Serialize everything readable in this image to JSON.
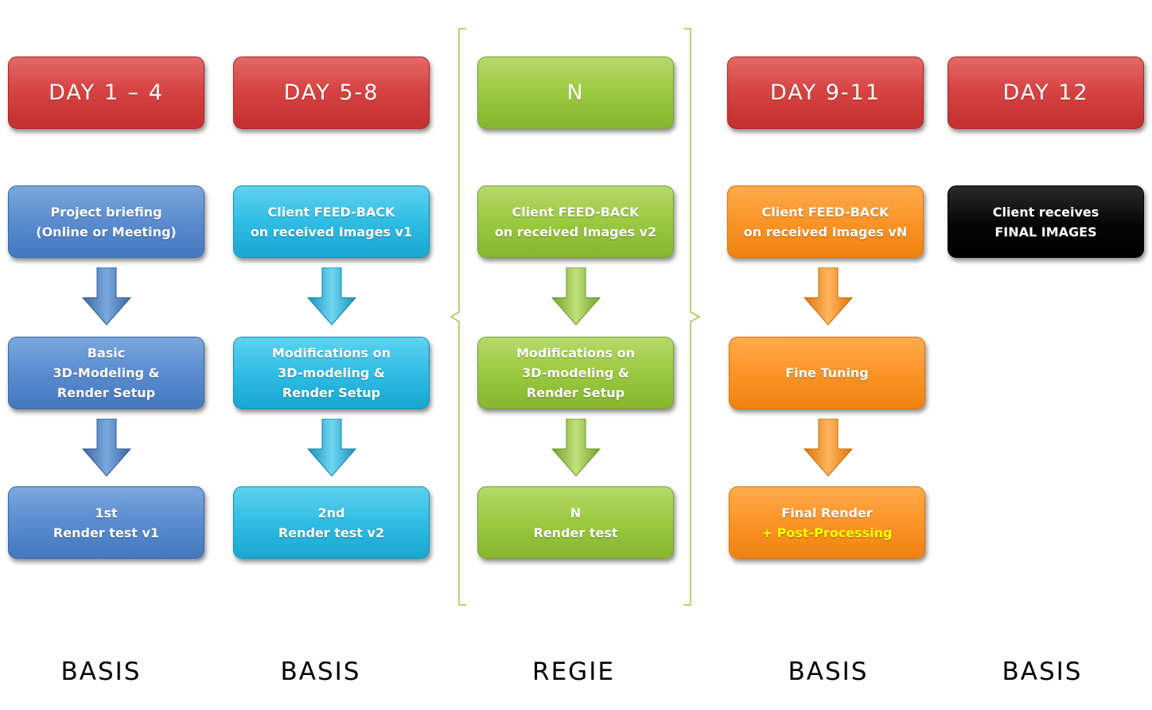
{
  "headers": {
    "col1": "DAY 1 – 4",
    "col2": "DAY 5-8",
    "col3": "N",
    "col4": "DAY 9-11",
    "col5": "DAY 12"
  },
  "steps": {
    "col1": [
      [
        "Project briefing",
        "(Online or Meeting)"
      ],
      [
        "Basic",
        "3D-Modeling &",
        "Render Setup"
      ],
      [
        "1st",
        "Render test v1"
      ]
    ],
    "col2": [
      [
        "Client FEED-BACK",
        "on received Images v1"
      ],
      [
        "Modifications on",
        "3D-modeling &",
        "Render Setup"
      ],
      [
        "2nd",
        "Render test v2"
      ]
    ],
    "col3": [
      [
        "Client FEED-BACK",
        "on received Images v2"
      ],
      [
        "Modifications on",
        "3D-modeling &",
        "Render Setup"
      ],
      [
        "N",
        "Render test"
      ]
    ],
    "col4": [
      [
        "Client FEED-BACK",
        "on received Images vN"
      ],
      [
        "Fine Tuning"
      ],
      [
        "Final Render",
        "+ Post-Processing"
      ]
    ],
    "col5": [
      [
        "Client receives",
        "FINAL IMAGES"
      ]
    ]
  },
  "footers": {
    "col1": "BASIS",
    "col2": "BASIS",
    "col3": "REGIE",
    "col4": "BASIS",
    "col5": "BASIS"
  },
  "colors": {
    "red": "#d64443",
    "green": "#9bc93f",
    "blue": "#5a8ccf",
    "cyan": "#2fbde4",
    "orange": "#fb9427",
    "black": "#000000",
    "highlight": "#ffff00",
    "bracket": "#9bc93f"
  },
  "icons": {
    "arrow": "down-arrow-icon",
    "bracket": "curly-bracket"
  }
}
